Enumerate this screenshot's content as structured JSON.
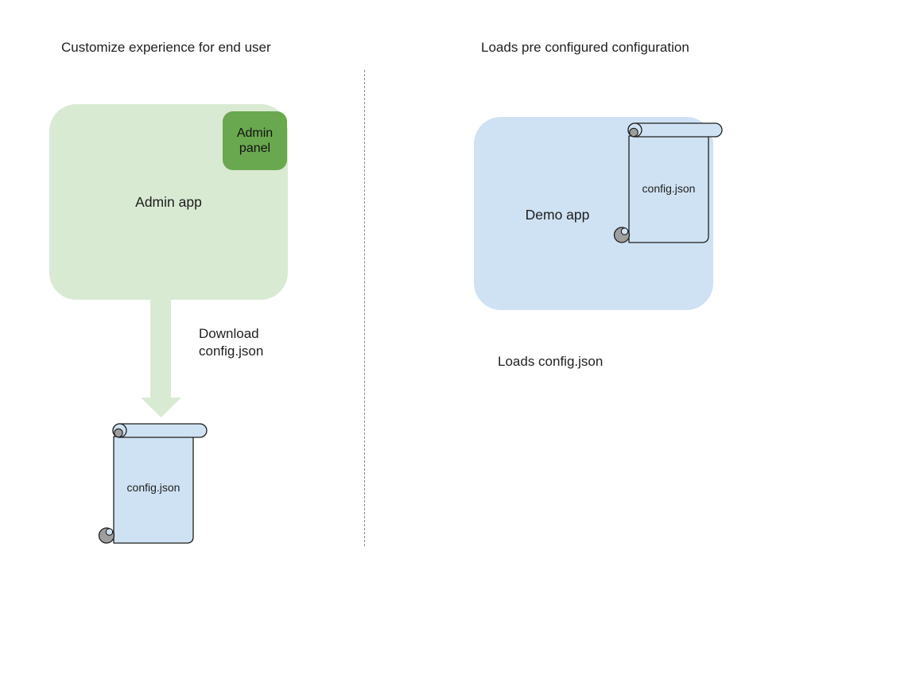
{
  "diagram": {
    "left": {
      "title": "Customize experience for end user",
      "admin_app_label": "Admin app",
      "admin_panel_label": "Admin panel",
      "arrow_label": "Download\nconfig.json",
      "config_file_label": "config.json"
    },
    "right": {
      "title": "Loads pre configured configuration",
      "demo_app_label": "Demo app",
      "config_file_label": "config.json",
      "caption": "Loads config.json"
    },
    "colors": {
      "app_green": "#d9ead3",
      "panel_green": "#6aa84f",
      "file_blue": "#cfe2f3",
      "outline": "#1f1f1f",
      "curl_gray": "#9e9e9e",
      "divider_gray": "#8a8a8a",
      "text": "#202124",
      "background": "#ffffff"
    }
  }
}
